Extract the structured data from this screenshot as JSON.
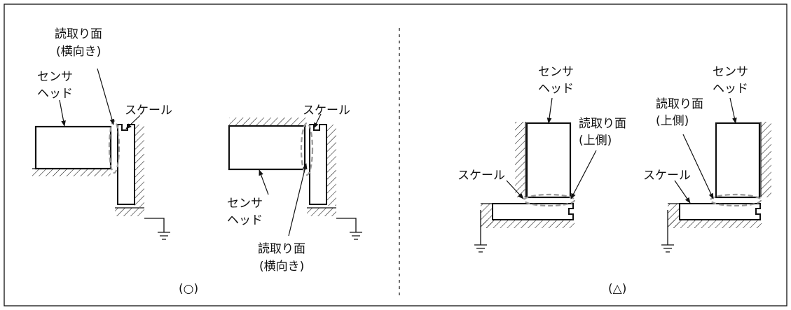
{
  "labels": {
    "read_face_side": "読取り面",
    "orientation_side": "(横向き)",
    "read_face_top": "読取り面",
    "orientation_top": "(上側)",
    "sensor_line1": "センサ",
    "sensor_line2": "ヘッド",
    "scale": "スケール"
  },
  "captions": {
    "left": "(○)",
    "right": "(△)"
  },
  "colors": {
    "line": "#111111",
    "dashed_ellipse": "#999999"
  }
}
